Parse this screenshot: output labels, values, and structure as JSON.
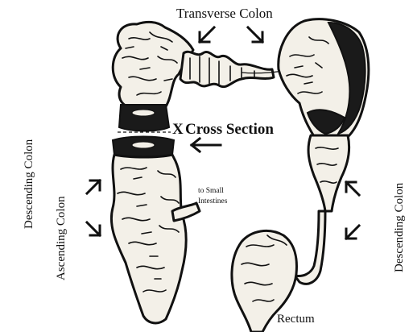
{
  "labels": {
    "transverse_colon": "Transverse  Colon",
    "cross_section": "Cross Section",
    "cross_marker": "X",
    "to_small_intestines_line1": "to Small",
    "to_small_intestines_line2": "Intestines",
    "descending_colon_left": "Descending  Colon",
    "ascending_colon": "Ascending Colon",
    "descending_colon_right": "Descending  Colon",
    "rectum": "Rectum"
  }
}
